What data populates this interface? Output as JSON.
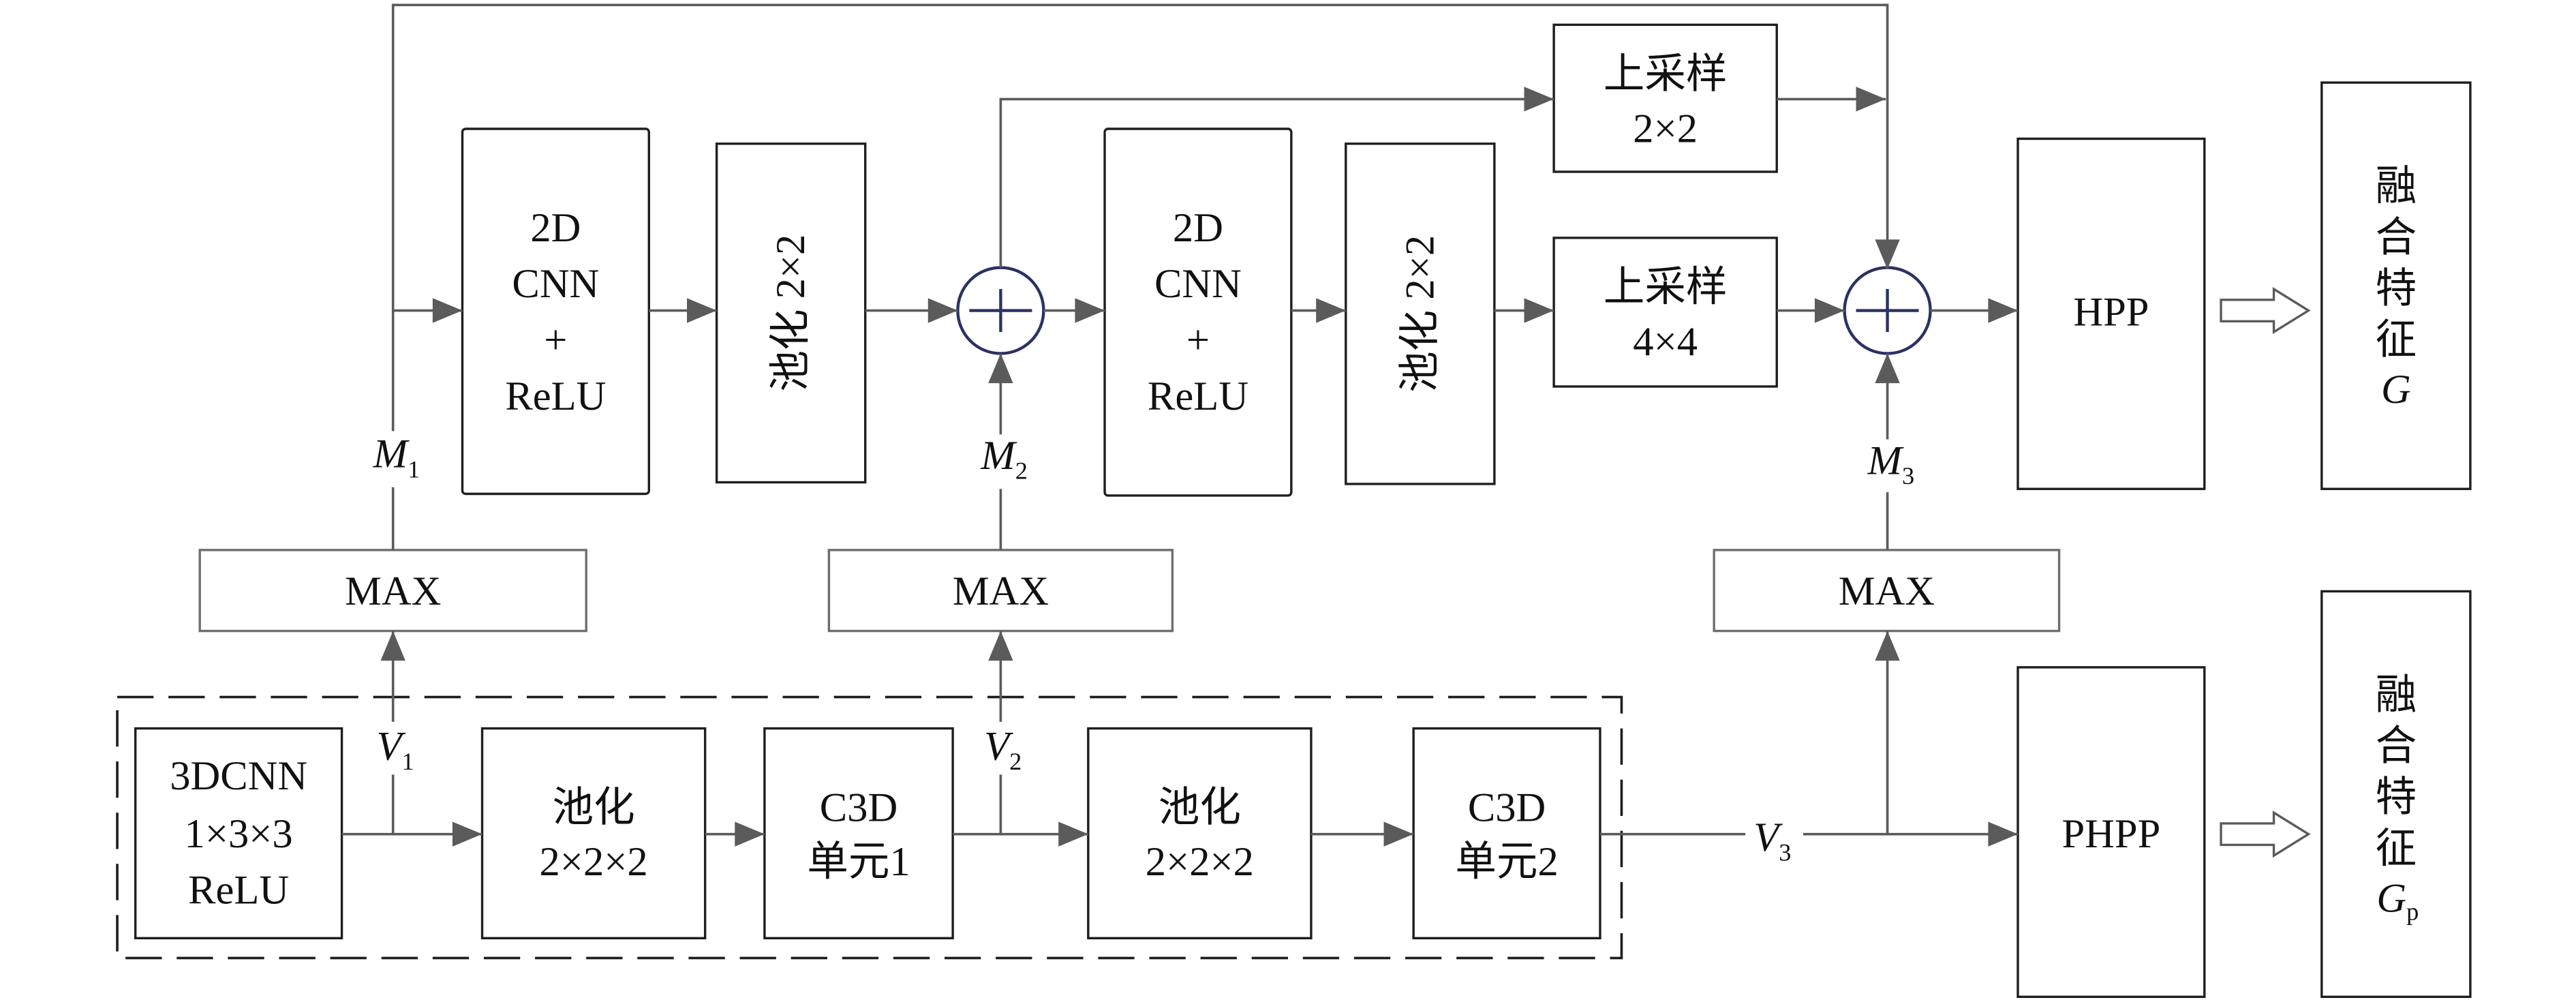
{
  "colors": {
    "line": "#5b5b5b",
    "box_border": "#1e1e1e",
    "max_border": "#6e6e6e",
    "adder": "#2b3262",
    "text": "#111111",
    "background": "#ffffff"
  },
  "upper_branch": {
    "cnn_block_1": {
      "lines": [
        "2D",
        "CNN",
        "+",
        "ReLU"
      ]
    },
    "pool_block_1": {
      "label": "池化 2×2"
    },
    "cnn_block_2": {
      "lines": [
        "2D",
        "CNN",
        "+",
        "ReLU"
      ]
    },
    "pool_block_2": {
      "label": "池化 2×2"
    },
    "upsample_block_1": {
      "lines": [
        "上采样",
        "2×2"
      ]
    },
    "upsample_block_2": {
      "lines": [
        "上采样",
        "4×4"
      ]
    },
    "hpp_block": {
      "label": "HPP"
    },
    "fused_feature": {
      "lines": [
        "融",
        "合",
        "特",
        "征"
      ],
      "symbol": "G"
    }
  },
  "max_blocks": [
    {
      "label": "MAX"
    },
    {
      "label": "MAX"
    },
    {
      "label": "MAX"
    }
  ],
  "feature_labels": {
    "m": [
      {
        "symbol": "M",
        "subscript": "1"
      },
      {
        "symbol": "M",
        "subscript": "2"
      },
      {
        "symbol": "M",
        "subscript": "3"
      }
    ],
    "v": [
      {
        "symbol": "V",
        "subscript": "1"
      },
      {
        "symbol": "V",
        "subscript": "2"
      },
      {
        "symbol": "V",
        "subscript": "3"
      }
    ]
  },
  "lower_branch": {
    "cnn3d_block": {
      "lines": [
        "3DCNN",
        "1×3×3",
        "ReLU"
      ]
    },
    "pool_block_1": {
      "lines": [
        "池化",
        "2×2×2"
      ]
    },
    "c3d_unit_1": {
      "lines": [
        "C3D",
        "单元1"
      ]
    },
    "pool_block_2": {
      "lines": [
        "池化",
        "2×2×2"
      ]
    },
    "c3d_unit_2": {
      "lines": [
        "C3D",
        "单元2"
      ]
    },
    "phpp_block": {
      "label": "PHPP"
    },
    "fused_feature": {
      "lines": [
        "融",
        "合",
        "特",
        "征"
      ],
      "symbol": "G",
      "subscript": "p"
    }
  }
}
